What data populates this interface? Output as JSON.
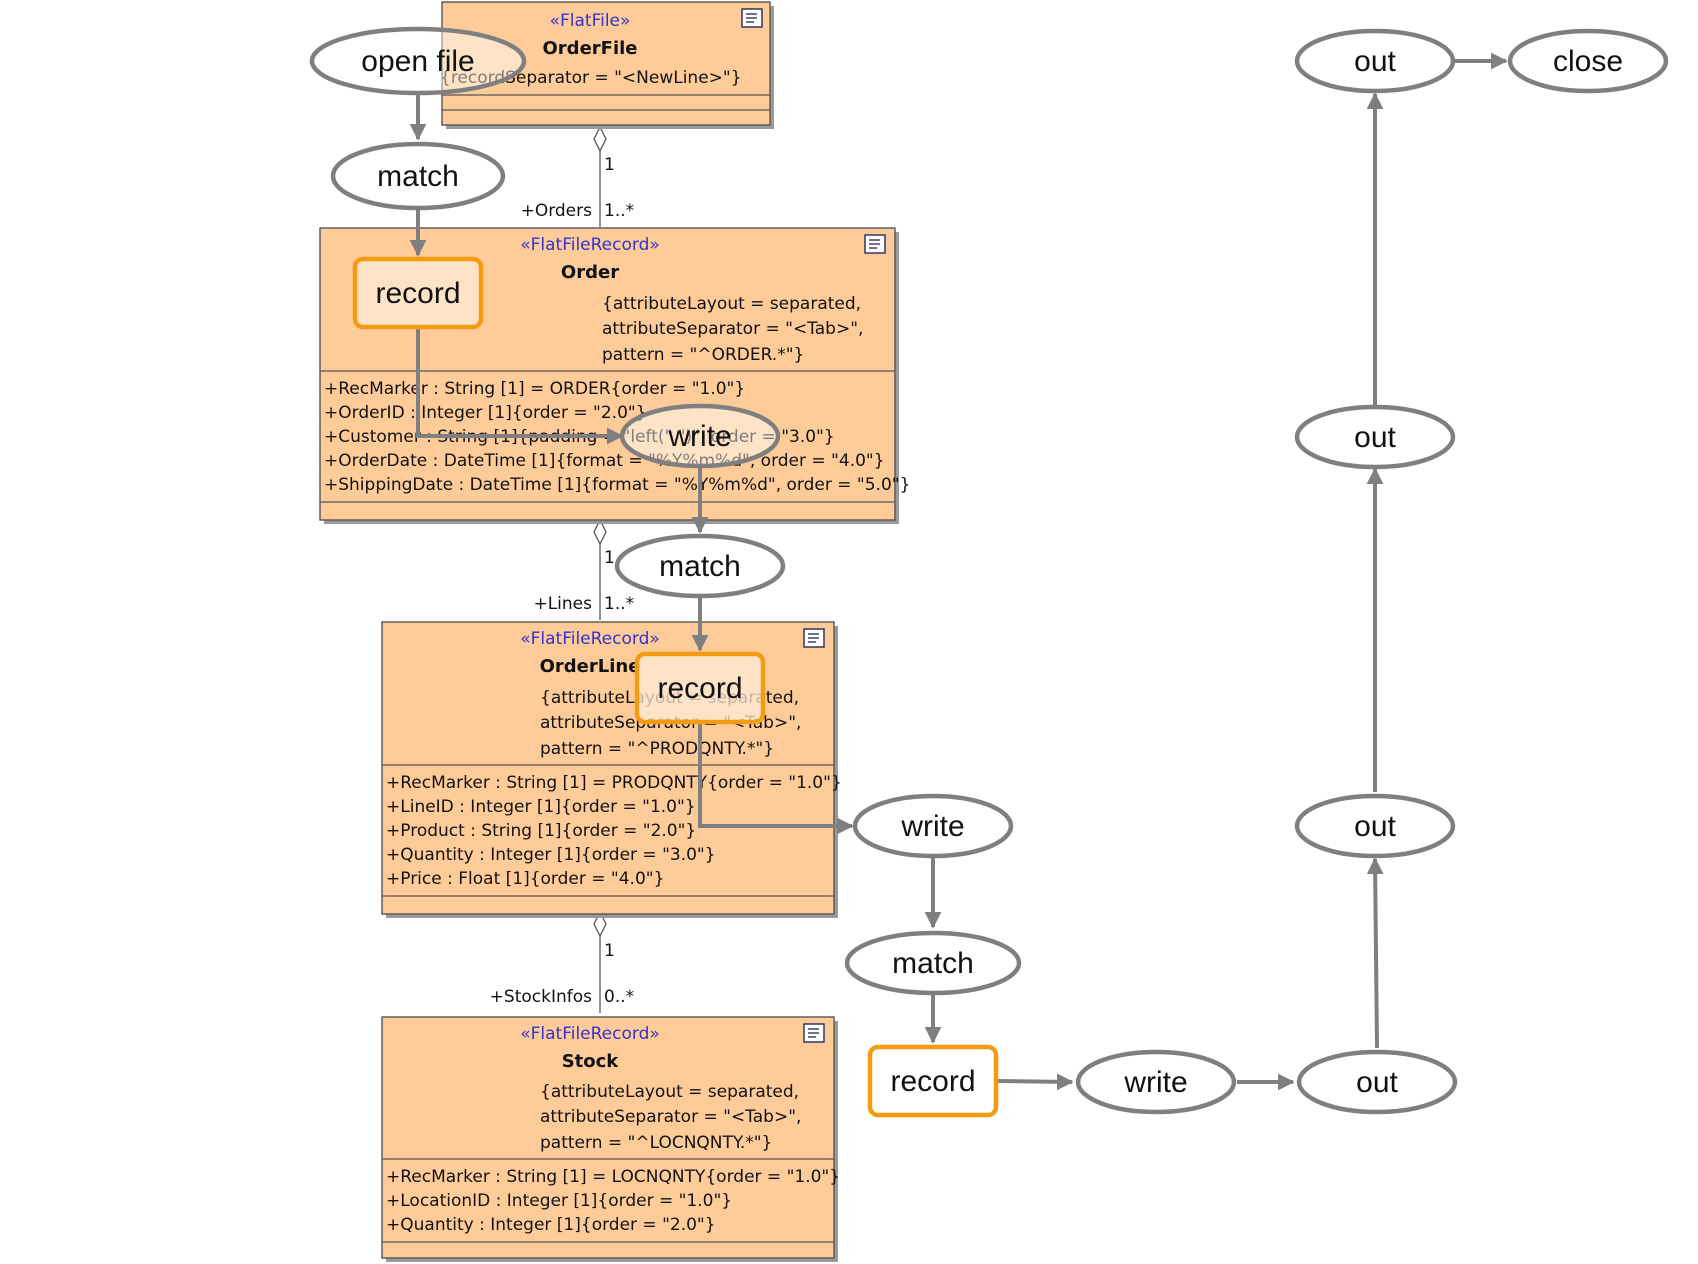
{
  "classes": {
    "orderfile": {
      "stereotype": "«FlatFile»",
      "name": "OrderFile",
      "constraint": "{recordSeparator = \"<NewLine>\"}"
    },
    "order": {
      "stereotype": "«FlatFileRecord»",
      "name": "Order",
      "constraints": [
        "{attributeLayout = separated,",
        "attributeSeparator = \"<Tab>\",",
        "pattern = \"^ORDER.*\"}"
      ],
      "attributes": [
        "+RecMarker : String [1] = ORDER{order = \"1.0\"}",
        "+OrderID : Integer [1]{order = \"2.0\"}",
        "+Customer : String [1]{padding = \"left(\" \")\", order = \"3.0\"}",
        "+OrderDate : DateTime [1]{format = \"%Y%m%d\", order = \"4.0\"}",
        "+ShippingDate : DateTime [1]{format = \"%Y%m%d\", order = \"5.0\"}"
      ]
    },
    "orderline": {
      "stereotype": "«FlatFileRecord»",
      "name": "OrderLine",
      "constraints": [
        "{attributeLayout = separated,",
        "attributeSeparator = \"<Tab>\",",
        "pattern = \"^PRODQNTY.*\"}"
      ],
      "attributes": [
        "+RecMarker : String [1] = PRODQNTY{order = \"1.0\"}",
        "+LineID : Integer [1]{order = \"1.0\"}",
        "+Product : String [1]{order = \"2.0\"}",
        "+Quantity : Integer [1]{order = \"3.0\"}",
        "+Price : Float [1]{order = \"4.0\"}"
      ]
    },
    "stock": {
      "stereotype": "«FlatFileRecord»",
      "name": "Stock",
      "constraints": [
        "{attributeLayout = separated,",
        "attributeSeparator = \"<Tab>\",",
        "pattern = \"^LOCNQNTY.*\"}"
      ],
      "attributes": [
        "+RecMarker : String [1] = LOCNQNTY{order = \"1.0\"}",
        "+LocationID : Integer [1]{order = \"1.0\"}",
        "+Quantity : Integer [1]{order = \"2.0\"}"
      ]
    }
  },
  "associations": {
    "orders": {
      "upper": "1",
      "role": "+Orders",
      "lower": "1..*"
    },
    "lines": {
      "upper": "1",
      "role": "+Lines",
      "lower": "1..*"
    },
    "stockinfos": {
      "upper": "1",
      "role": "+StockInfos",
      "lower": "0..*"
    }
  },
  "flow_nodes": {
    "open_file": "open file",
    "match_1": "match",
    "record_1": "record",
    "write_1": "write",
    "match_2": "match",
    "record_2": "record",
    "write_2": "write",
    "match_3": "match",
    "record_3": "record",
    "write_3": "write",
    "out_1": "out",
    "out_2": "out",
    "out_3": "out",
    "out_4": "out",
    "close": "close"
  },
  "colors": {
    "uml_fill": "#FFCC99",
    "flow_gray": "#7F7F7F",
    "record_orange": "#F39C12",
    "stereotype_blue": "#3333CC"
  }
}
